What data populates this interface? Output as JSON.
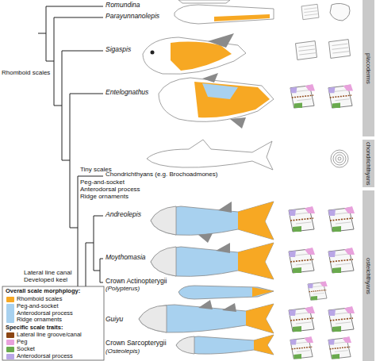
{
  "diagram": {
    "nodes": [
      {
        "text": [
          "placoderms"
        ]
      },
      {
        "text": [
          "chondrichthyans"
        ]
      },
      {
        "text": [
          "osteichthyans"
        ]
      }
    ],
    "labels": [
      "Romundina",
      "Parayunnanolepis",
      "Sigaspis",
      "Entelognathus",
      "Rhomboid scales",
      "Tiny scales",
      "Chondrichthyans (e.g. Brochoadmones)",
      "Peg-and-socket Anterodorsal process Ridge ornaments",
      "Andreolepis",
      "Moythomasia",
      "Crown Actinopterygii",
      "(Polypterus)",
      "Lateral line canal Developed keel",
      "Guiyu",
      "Crown Sarcopterygii",
      "(Osteolepis)",
      "Overall scale morphplogy:",
      "Specific scale traits:"
    ],
    "legend": [
      {
        "text": "Rhomboid scales",
        "color": "#f7a823"
      },
      {
        "text": "Peg-and-socket Anterodorsal process Ridge ornaments",
        "color": "#a8d1ef"
      },
      {
        "text": "Lateral line groove/canal",
        "color": "#8b4513"
      },
      {
        "text": "Peg",
        "color": "#e8a1dc"
      },
      {
        "text": "Socket",
        "color": "#6aaa4e"
      },
      {
        "text": "Anterodorsal process",
        "color": "#b9a6e6"
      }
    ]
  }
}
